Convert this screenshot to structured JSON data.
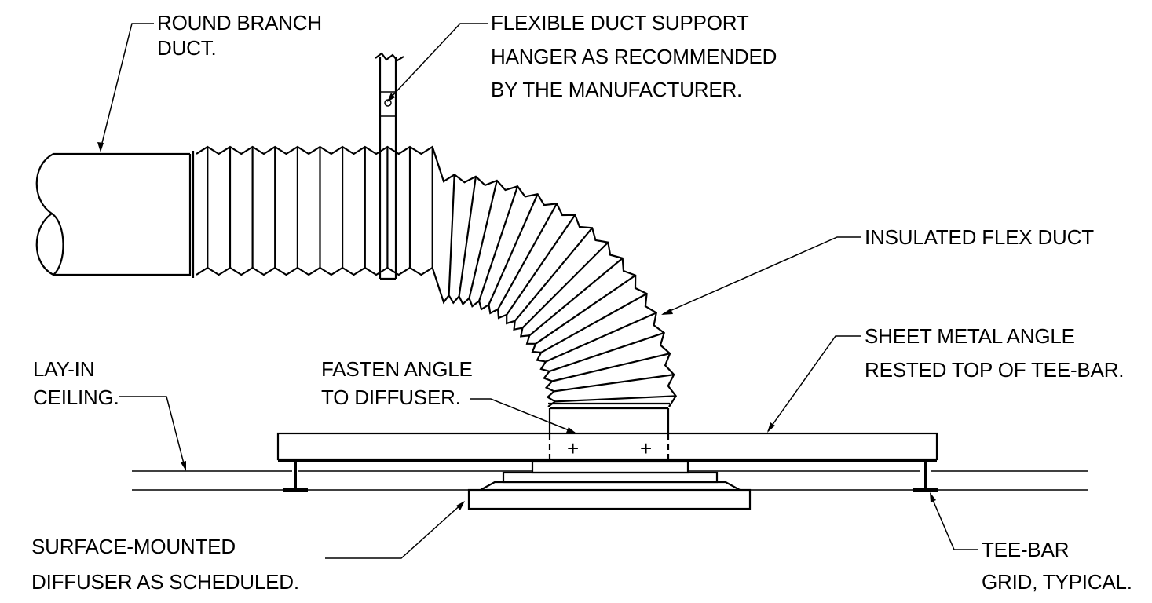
{
  "labels": {
    "round_branch": [
      "ROUND BRANCH",
      "DUCT."
    ],
    "hanger": [
      "FLEXIBLE DUCT SUPPORT",
      "HANGER AS RECOMMENDED",
      "BY THE MANUFACTURER."
    ],
    "flex_duct": [
      "INSULATED FLEX DUCT"
    ],
    "sheet_angle": [
      "SHEET METAL ANGLE",
      "RESTED TOP OF TEE-BAR."
    ],
    "lay_in": [
      "LAY-IN",
      "CEILING."
    ],
    "fasten": [
      "FASTEN ANGLE",
      "TO DIFFUSER."
    ],
    "diffuser": [
      "SURFACE-MOUNTED",
      "DIFFUSER AS SCHEDULED."
    ],
    "tee_bar": [
      "TEE-BAR",
      "GRID, TYPICAL."
    ]
  },
  "fastener_marks": [
    "+",
    "+"
  ]
}
